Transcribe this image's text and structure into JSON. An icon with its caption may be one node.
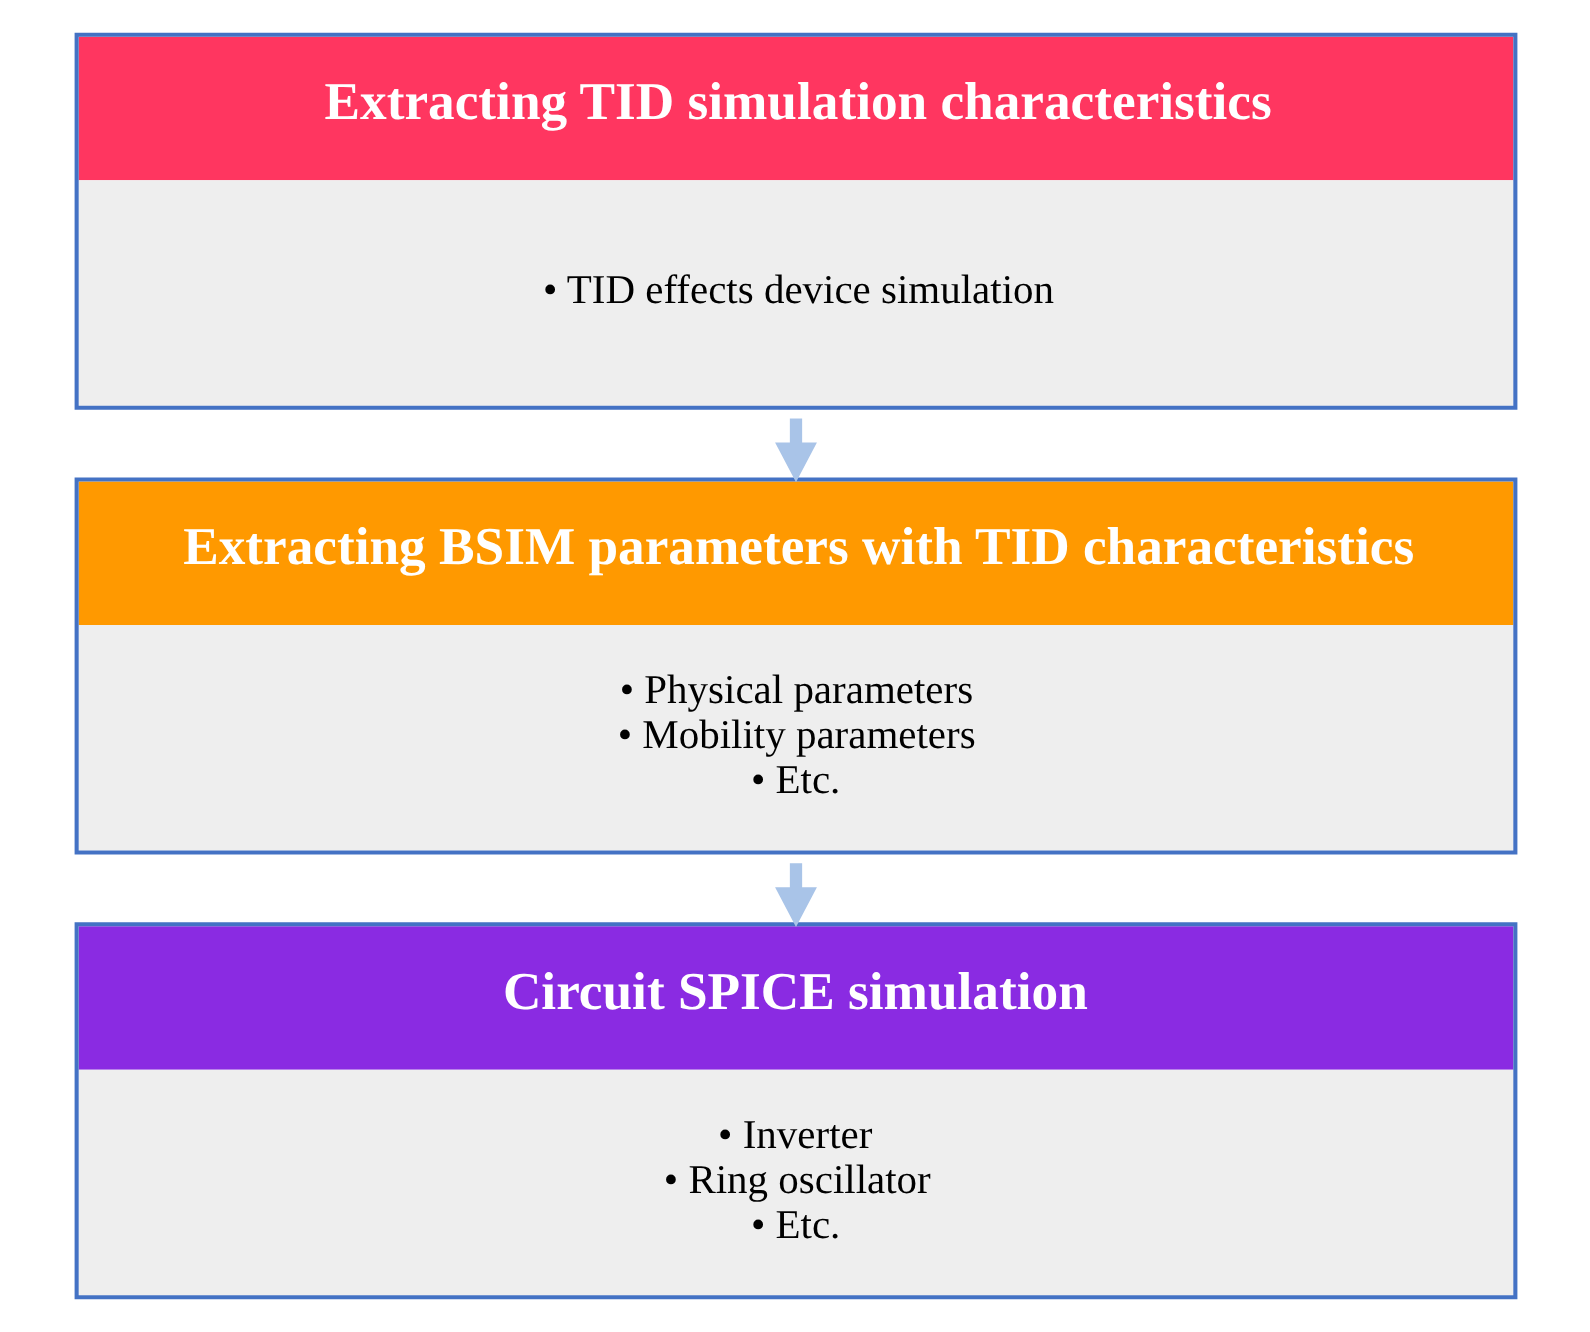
{
  "diagram": {
    "nodes": [
      {
        "text": [
          "Extracting TID simulation characteristics",
          "• TID effects device simulation"
        ]
      },
      {
        "text": [
          "Extracting BSIM parameters with TID characteristics",
          "• Physical parameters",
          "• Mobility parameters",
          "• Etc."
        ]
      },
      {
        "text": [
          "Circuit SPICE simulation",
          "• Inverter",
          "• Ring oscillator",
          "• Etc."
        ]
      }
    ],
    "edges": [
      {
        "from": 0,
        "to": 1,
        "arrow": "to"
      },
      {
        "from": 1,
        "to": 2,
        "arrow": "to"
      }
    ]
  }
}
